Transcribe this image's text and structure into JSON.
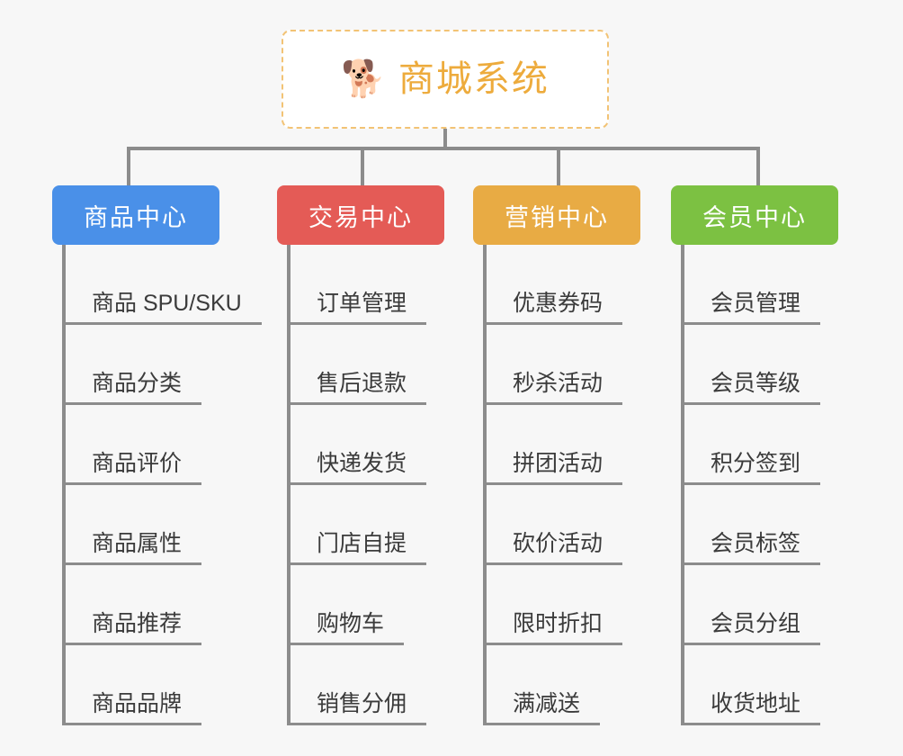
{
  "background_color": "#f7f7f7",
  "root": {
    "icon": "shiba-dog-face-emoji",
    "emoji": "🐕",
    "title": "商城系统",
    "title_color": "#edab3c",
    "border_color": "#f2c375",
    "card_color": "#ffffff"
  },
  "connector_color": "#8c8c8c",
  "columns": [
    {
      "header": "商品中心",
      "color": "#4a90e8",
      "items": [
        "商品 SPU/SKU",
        "商品分类",
        "商品评价",
        "商品属性",
        "商品推荐",
        "商品品牌"
      ]
    },
    {
      "header": "交易中心",
      "color": "#e45b56",
      "items": [
        "订单管理",
        "售后退款",
        "快递发货",
        "门店自提",
        "购物车",
        "销售分佣"
      ]
    },
    {
      "header": "营销中心",
      "color": "#e8ab44",
      "items": [
        "优惠券码",
        "秒杀活动",
        "拼团活动",
        "砍价活动",
        "限时折扣",
        "满减送"
      ]
    },
    {
      "header": "会员中心",
      "color": "#7cc142",
      "items": [
        "会员管理",
        "会员等级",
        "积分签到",
        "会员标签",
        "会员分组",
        "收货地址"
      ]
    }
  ]
}
